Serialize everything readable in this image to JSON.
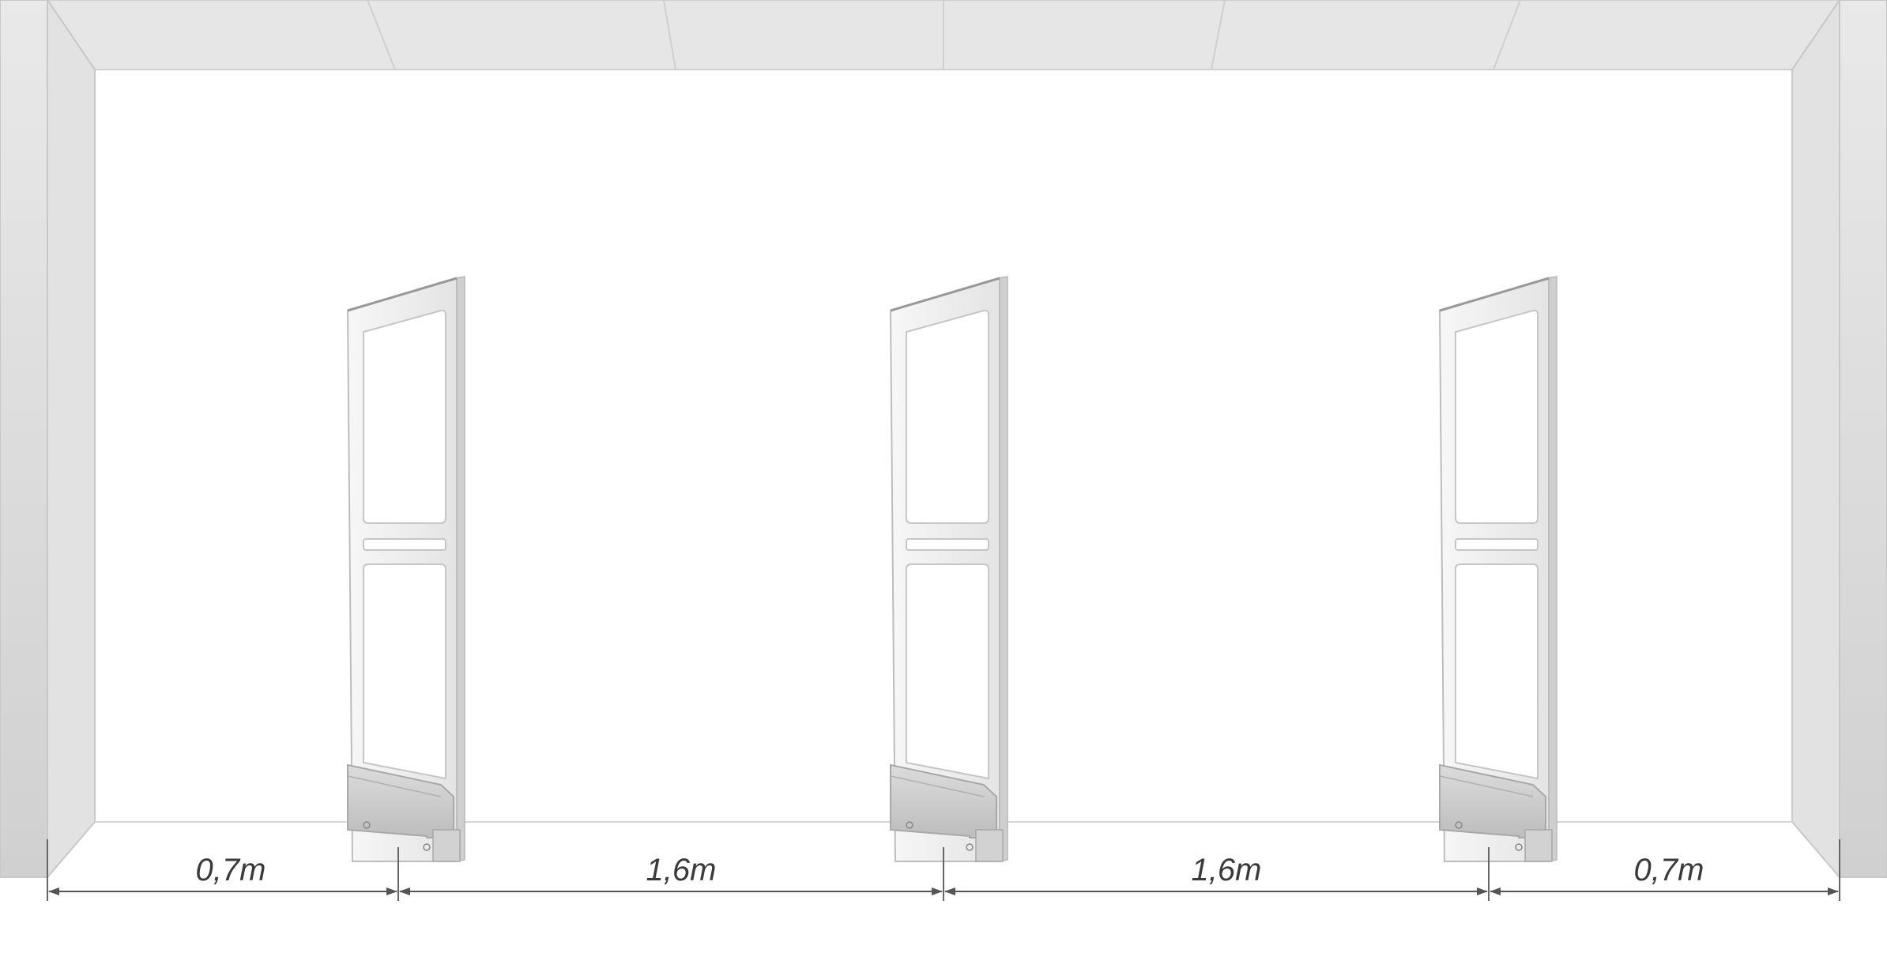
{
  "colors": {
    "wall": "#e4e4e4",
    "wall_side": "#d4d4d4",
    "ceiling": "#e6e6e6",
    "panel": "#f2f2f2",
    "panel_edge": "#bdbdbd",
    "base": "#c9c9c9",
    "dimension_line": "#555555"
  },
  "antenna_count": 3,
  "dimensions": [
    {
      "label": "0,7m"
    },
    {
      "label": "1,6m"
    },
    {
      "label": "1,6m"
    },
    {
      "label": "0,7m"
    }
  ]
}
